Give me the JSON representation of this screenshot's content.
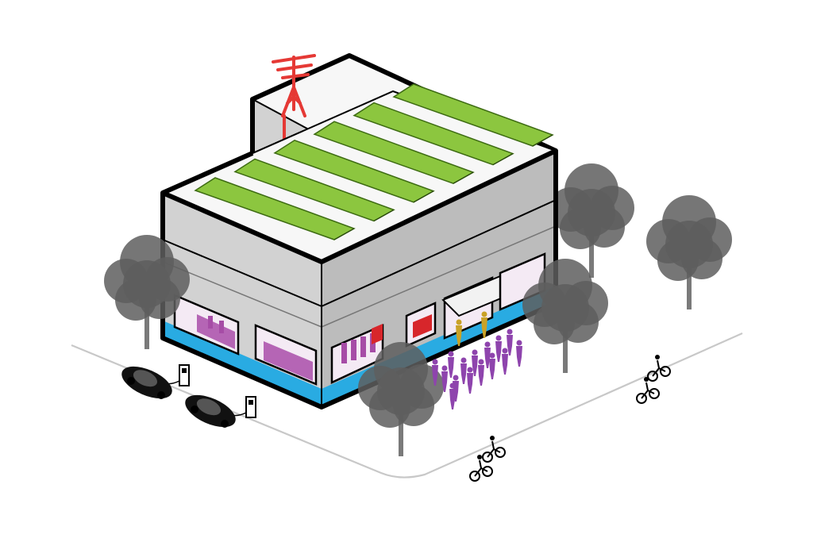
{
  "colors": {
    "background": "#ffffff",
    "wall": "#d2d2d2",
    "wall_dark": "#bcbcbc",
    "roof": "#f7f7f7",
    "outline": "#000000",
    "solar_panel": "#8cc63f",
    "base_band": "#29abe2",
    "antenna": "#e53935",
    "people_inside": "#a64ca6",
    "people_outside": "#8e44ad",
    "people_gold": "#c9a227",
    "tree": "#5e5e5e",
    "street_line": "#c8c8c8",
    "car": "#111111",
    "window_interior": "#f4eaf4",
    "furniture": "#b565b5",
    "accent_red": "#d7262b"
  },
  "icons": {
    "antenna": "antenna-icon",
    "ev_charger": "ev-charger-icon",
    "car": "car-icon",
    "cyclist": "cyclist-icon",
    "tree": "tree-icon",
    "person": "person-icon"
  },
  "scene": {
    "solar_panel_count": 6,
    "window_count": 6,
    "car_count": 2,
    "ev_charger_count": 2,
    "cyclist_count": 4,
    "tree_count": 5
  }
}
